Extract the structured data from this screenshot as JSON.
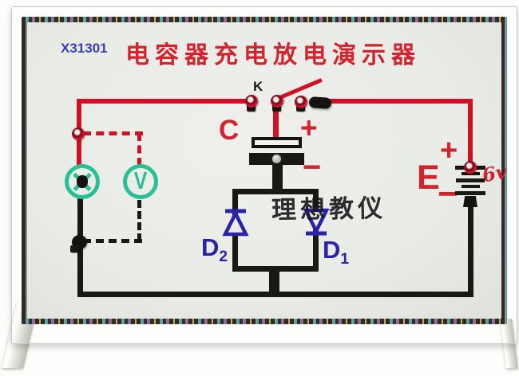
{
  "device": {
    "model": "X31301",
    "title": "电容器充电放电演示器",
    "watermark": "理想教仪"
  },
  "labels": {
    "switch": "K",
    "capacitor": "C",
    "capacitor_plus": "+",
    "capacitor_minus": "−",
    "battery": "E",
    "battery_plus": "+",
    "battery_minus": "−",
    "battery_voltage": "6v",
    "voltmeter": "V",
    "diode_left_main": "D",
    "diode_left_sub": "2",
    "diode_right_main": "D",
    "diode_right_sub": "1"
  },
  "colors": {
    "wire_positive": "#cf1126",
    "wire_negative": "#1a1814",
    "meter_green": "#2abf97",
    "diode_blue": "#2a22a8",
    "title_red": "#d2232e",
    "model_blue": "#3b3bb5"
  }
}
